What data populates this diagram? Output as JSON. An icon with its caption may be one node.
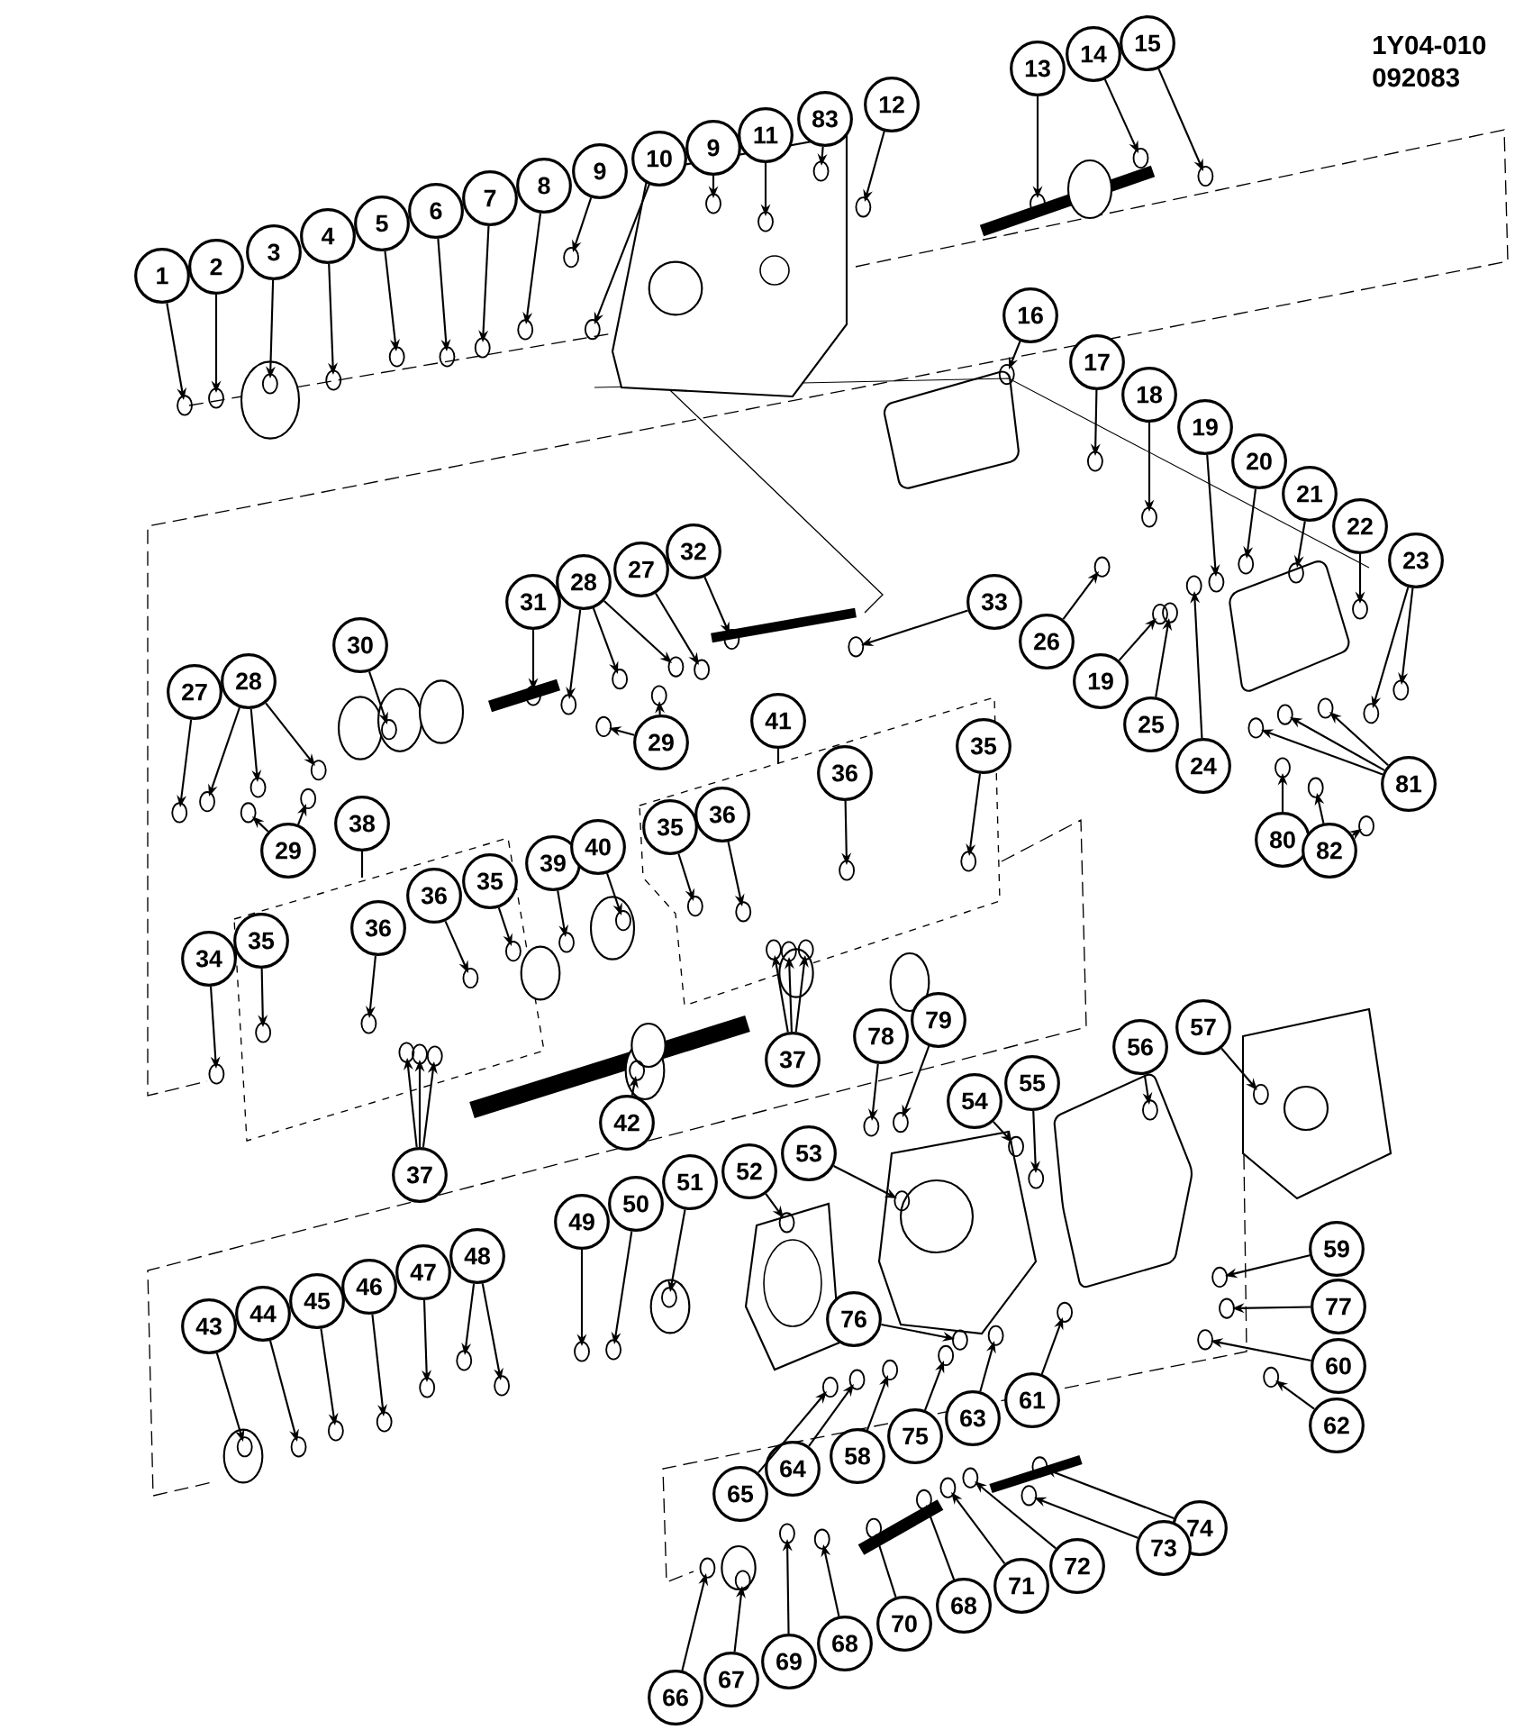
{
  "diagram": {
    "nodes": [
      {
        "text": [
          "1"
        ]
      },
      {
        "text": [
          "2"
        ]
      },
      {
        "text": [
          "3"
        ]
      },
      {
        "text": [
          "4"
        ]
      },
      {
        "text": [
          "5"
        ]
      },
      {
        "text": [
          "6"
        ]
      },
      {
        "text": [
          "7"
        ]
      },
      {
        "text": [
          "8"
        ]
      },
      {
        "text": [
          "9"
        ]
      },
      {
        "text": [
          "10"
        ]
      },
      {
        "text": [
          "9"
        ]
      },
      {
        "text": [
          "11"
        ]
      },
      {
        "text": [
          "83"
        ]
      },
      {
        "text": [
          "12"
        ]
      },
      {
        "text": [
          "13"
        ]
      },
      {
        "text": [
          "14"
        ]
      },
      {
        "text": [
          "15"
        ]
      },
      {
        "text": [
          "16"
        ]
      },
      {
        "text": [
          "17"
        ]
      },
      {
        "text": [
          "18"
        ]
      },
      {
        "text": [
          "19"
        ]
      },
      {
        "text": [
          "20"
        ]
      },
      {
        "text": [
          "21"
        ]
      },
      {
        "text": [
          "22"
        ]
      },
      {
        "text": [
          "23"
        ]
      },
      {
        "text": [
          "24"
        ]
      },
      {
        "text": [
          "25"
        ]
      },
      {
        "text": [
          "19"
        ]
      },
      {
        "text": [
          "26"
        ]
      },
      {
        "text": [
          "33"
        ]
      },
      {
        "text": [
          "32"
        ]
      },
      {
        "text": [
          "27"
        ]
      },
      {
        "text": [
          "28"
        ]
      },
      {
        "text": [
          "31"
        ]
      },
      {
        "text": [
          "30"
        ]
      },
      {
        "text": [
          "27"
        ]
      },
      {
        "text": [
          "28"
        ]
      },
      {
        "text": [
          "29"
        ]
      },
      {
        "text": [
          "29"
        ]
      },
      {
        "text": [
          "41"
        ]
      },
      {
        "text": [
          "35"
        ]
      },
      {
        "text": [
          "36"
        ]
      },
      {
        "text": [
          "35"
        ]
      },
      {
        "text": [
          "36"
        ]
      },
      {
        "text": [
          "39"
        ]
      },
      {
        "text": [
          "40"
        ]
      },
      {
        "text": [
          "38"
        ]
      },
      {
        "text": [
          "36"
        ]
      },
      {
        "text": [
          "36"
        ]
      },
      {
        "text": [
          "35"
        ]
      },
      {
        "text": [
          "35"
        ]
      },
      {
        "text": [
          "34"
        ]
      },
      {
        "text": [
          "37"
        ]
      },
      {
        "text": [
          "37"
        ]
      },
      {
        "text": [
          "42"
        ]
      },
      {
        "text": [
          "78"
        ]
      },
      {
        "text": [
          "79"
        ]
      },
      {
        "text": [
          "54"
        ]
      },
      {
        "text": [
          "55"
        ]
      },
      {
        "text": [
          "56"
        ]
      },
      {
        "text": [
          "57"
        ]
      },
      {
        "text": [
          "53"
        ]
      },
      {
        "text": [
          "52"
        ]
      },
      {
        "text": [
          "51"
        ]
      },
      {
        "text": [
          "50"
        ]
      },
      {
        "text": [
          "49"
        ]
      },
      {
        "text": [
          "48"
        ]
      },
      {
        "text": [
          "47"
        ]
      },
      {
        "text": [
          "46"
        ]
      },
      {
        "text": [
          "45"
        ]
      },
      {
        "text": [
          "44"
        ]
      },
      {
        "text": [
          "43"
        ]
      },
      {
        "text": [
          "76"
        ]
      },
      {
        "text": [
          "59"
        ]
      },
      {
        "text": [
          "77"
        ]
      },
      {
        "text": [
          "60"
        ]
      },
      {
        "text": [
          "62"
        ]
      },
      {
        "text": [
          "61"
        ]
      },
      {
        "text": [
          "63"
        ]
      },
      {
        "text": [
          "75"
        ]
      },
      {
        "text": [
          "58"
        ]
      },
      {
        "text": [
          "64"
        ]
      },
      {
        "text": [
          "65"
        ]
      },
      {
        "text": [
          "74"
        ]
      },
      {
        "text": [
          "73"
        ]
      },
      {
        "text": [
          "72"
        ]
      },
      {
        "text": [
          "71"
        ]
      },
      {
        "text": [
          "68"
        ]
      },
      {
        "text": [
          "70"
        ]
      },
      {
        "text": [
          "68"
        ]
      },
      {
        "text": [
          "69"
        ]
      },
      {
        "text": [
          "67"
        ]
      },
      {
        "text": [
          "66"
        ]
      },
      {
        "text": [
          "80"
        ]
      },
      {
        "text": [
          "81"
        ]
      },
      {
        "text": [
          "82"
        ]
      }
    ],
    "edges": [
      {
        "from": 0,
        "to": null,
        "arrow": "to"
      },
      {
        "from": 1,
        "to": null,
        "arrow": "to"
      },
      {
        "from": 2,
        "to": null,
        "arrow": "to"
      },
      {
        "from": 3,
        "to": null,
        "arrow": "to"
      },
      {
        "from": 4,
        "to": null,
        "arrow": "to"
      },
      {
        "from": 5,
        "to": null,
        "arrow": "to"
      },
      {
        "from": 6,
        "to": null,
        "arrow": "to"
      },
      {
        "from": 7,
        "to": null,
        "arrow": "to"
      },
      {
        "from": 8,
        "to": null,
        "arrow": "to"
      },
      {
        "from": 9,
        "to": null,
        "arrow": "to"
      },
      {
        "from": 10,
        "to": null,
        "arrow": "to"
      },
      {
        "from": 11,
        "to": null,
        "arrow": "to"
      },
      {
        "from": 12,
        "to": null,
        "arrow": "to"
      },
      {
        "from": 13,
        "to": null,
        "arrow": "to"
      },
      {
        "from": 14,
        "to": null,
        "arrow": "to"
      },
      {
        "from": 15,
        "to": null,
        "arrow": "to"
      },
      {
        "from": 16,
        "to": null,
        "arrow": "to"
      },
      {
        "from": 17,
        "to": null,
        "arrow": "to"
      },
      {
        "from": 18,
        "to": null,
        "arrow": "to"
      },
      {
        "from": 19,
        "to": null,
        "arrow": "to"
      },
      {
        "from": 20,
        "to": null,
        "arrow": "to"
      },
      {
        "from": 21,
        "to": null,
        "arrow": "to"
      },
      {
        "from": 22,
        "to": null,
        "arrow": "to"
      },
      {
        "from": 23,
        "to": null,
        "arrow": "to"
      },
      {
        "from": 24,
        "to": null,
        "arrow": "to"
      },
      {
        "from": 24,
        "to": null,
        "arrow": "to"
      },
      {
        "from": 25,
        "to": null,
        "arrow": "to"
      },
      {
        "from": 26,
        "to": null,
        "arrow": "to"
      },
      {
        "from": 27,
        "to": null,
        "arrow": "to"
      },
      {
        "from": 28,
        "to": null,
        "arrow": "to"
      },
      {
        "from": 29,
        "to": null,
        "arrow": "to"
      },
      {
        "from": 30,
        "to": null,
        "arrow": "to"
      },
      {
        "from": 31,
        "to": null,
        "arrow": "to"
      },
      {
        "from": 32,
        "to": null,
        "arrow": "to"
      },
      {
        "from": 32,
        "to": null,
        "arrow": "to"
      },
      {
        "from": 32,
        "to": null,
        "arrow": "to"
      },
      {
        "from": 33,
        "to": null,
        "arrow": "to"
      },
      {
        "from": 34,
        "to": null,
        "arrow": "to"
      },
      {
        "from": 35,
        "to": null,
        "arrow": "to"
      },
      {
        "from": 36,
        "to": null,
        "arrow": "to"
      },
      {
        "from": 36,
        "to": null,
        "arrow": "to"
      },
      {
        "from": 36,
        "to": null,
        "arrow": "to"
      },
      {
        "from": 37,
        "to": null,
        "arrow": "to"
      },
      {
        "from": 37,
        "to": null,
        "arrow": "to"
      },
      {
        "from": 38,
        "to": null,
        "arrow": "to"
      },
      {
        "from": 38,
        "to": null,
        "arrow": "to"
      },
      {
        "from": 39,
        "to": null,
        "arrow": "none"
      },
      {
        "from": 40,
        "to": null,
        "arrow": "to"
      },
      {
        "from": 41,
        "to": null,
        "arrow": "to"
      },
      {
        "from": 42,
        "to": null,
        "arrow": "to"
      },
      {
        "from": 43,
        "to": null,
        "arrow": "to"
      },
      {
        "from": 44,
        "to": null,
        "arrow": "to"
      },
      {
        "from": 45,
        "to": null,
        "arrow": "to"
      },
      {
        "from": 46,
        "to": null,
        "arrow": "none"
      },
      {
        "from": 47,
        "to": null,
        "arrow": "to"
      },
      {
        "from": 48,
        "to": null,
        "arrow": "to"
      },
      {
        "from": 49,
        "to": null,
        "arrow": "to"
      },
      {
        "from": 50,
        "to": null,
        "arrow": "to"
      },
      {
        "from": 51,
        "to": null,
        "arrow": "to"
      },
      {
        "from": 52,
        "to": null,
        "arrow": "to"
      },
      {
        "from": 52,
        "to": null,
        "arrow": "to"
      },
      {
        "from": 52,
        "to": null,
        "arrow": "to"
      },
      {
        "from": 53,
        "to": null,
        "arrow": "to"
      },
      {
        "from": 53,
        "to": null,
        "arrow": "to"
      },
      {
        "from": 53,
        "to": null,
        "arrow": "to"
      },
      {
        "from": 54,
        "to": null,
        "arrow": "to"
      },
      {
        "from": 55,
        "to": null,
        "arrow": "to"
      },
      {
        "from": 56,
        "to": null,
        "arrow": "to"
      },
      {
        "from": 57,
        "to": null,
        "arrow": "to"
      },
      {
        "from": 58,
        "to": null,
        "arrow": "to"
      },
      {
        "from": 59,
        "to": null,
        "arrow": "to"
      },
      {
        "from": 60,
        "to": null,
        "arrow": "to"
      },
      {
        "from": 61,
        "to": null,
        "arrow": "to"
      },
      {
        "from": 62,
        "to": null,
        "arrow": "to"
      },
      {
        "from": 63,
        "to": null,
        "arrow": "to"
      },
      {
        "from": 64,
        "to": null,
        "arrow": "to"
      },
      {
        "from": 65,
        "to": null,
        "arrow": "to"
      },
      {
        "from": 66,
        "to": null,
        "arrow": "to"
      },
      {
        "from": 66,
        "to": null,
        "arrow": "to"
      },
      {
        "from": 67,
        "to": null,
        "arrow": "to"
      },
      {
        "from": 68,
        "to": null,
        "arrow": "to"
      },
      {
        "from": 69,
        "to": null,
        "arrow": "to"
      },
      {
        "from": 70,
        "to": null,
        "arrow": "to"
      },
      {
        "from": 71,
        "to": null,
        "arrow": "to"
      },
      {
        "from": 72,
        "to": null,
        "arrow": "to"
      },
      {
        "from": 73,
        "to": null,
        "arrow": "to"
      },
      {
        "from": 74,
        "to": null,
        "arrow": "to"
      },
      {
        "from": 75,
        "to": null,
        "arrow": "to"
      },
      {
        "from": 76,
        "to": null,
        "arrow": "to"
      },
      {
        "from": 77,
        "to": null,
        "arrow": "to"
      },
      {
        "from": 78,
        "to": null,
        "arrow": "to"
      },
      {
        "from": 79,
        "to": null,
        "arrow": "to"
      },
      {
        "from": 80,
        "to": null,
        "arrow": "to"
      },
      {
        "from": 81,
        "to": null,
        "arrow": "to"
      },
      {
        "from": 82,
        "to": null,
        "arrow": "to"
      },
      {
        "from": 83,
        "to": null,
        "arrow": "to"
      },
      {
        "from": 84,
        "to": null,
        "arrow": "to"
      },
      {
        "from": 85,
        "to": null,
        "arrow": "to"
      },
      {
        "from": 86,
        "to": null,
        "arrow": "to"
      },
      {
        "from": 87,
        "to": null,
        "arrow": "to"
      },
      {
        "from": 88,
        "to": null,
        "arrow": "to"
      },
      {
        "from": 89,
        "to": null,
        "arrow": "to"
      },
      {
        "from": 90,
        "to": null,
        "arrow": "to"
      },
      {
        "from": 91,
        "to": null,
        "arrow": "to"
      },
      {
        "from": 92,
        "to": null,
        "arrow": "to"
      },
      {
        "from": 93,
        "to": null,
        "arrow": "to"
      },
      {
        "from": 94,
        "to": null,
        "arrow": "to"
      },
      {
        "from": 94,
        "to": null,
        "arrow": "to"
      },
      {
        "from": 94,
        "to": null,
        "arrow": "to"
      },
      {
        "from": 95,
        "to": null,
        "arrow": "to"
      },
      {
        "from": 95,
        "to": null,
        "arrow": "to"
      }
    ],
    "labels": [
      "1Y04-010",
      "092083"
    ]
  }
}
